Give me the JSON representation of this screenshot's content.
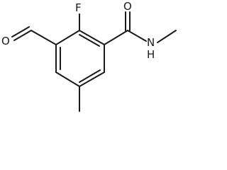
{
  "molecule": {
    "atoms": {
      "fluorine": "F",
      "carbonyl_oxygen": "O",
      "amide_nitrogen": "N",
      "amide_hydrogen": "H",
      "aldehyde_oxygen": "O"
    }
  }
}
